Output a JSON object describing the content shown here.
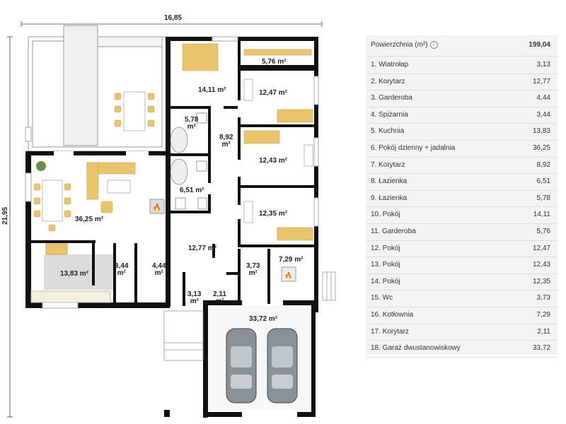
{
  "plan": {
    "width_dim": "16,85",
    "height_dim": "21,95",
    "room_labels": [
      {
        "id": "l-kuchnia",
        "top": "13,83 m²"
      },
      {
        "id": "l-spizarnia",
        "top": "3,44",
        "bottom": "m²"
      },
      {
        "id": "l-garderoba",
        "top": "4,44",
        "bottom": "m²"
      },
      {
        "id": "l-wiatrolap",
        "top": "3,13",
        "bottom": "m²"
      },
      {
        "id": "l-korytarz17",
        "top": "2,11",
        "bottom": "m²"
      },
      {
        "id": "l-dzienny",
        "top": "36,25 m²"
      },
      {
        "id": "l-korytarz",
        "top": "12,77 m²"
      },
      {
        "id": "l-lazienka1",
        "top": "6,51 m²"
      },
      {
        "id": "l-lazienka2",
        "top": "5,78",
        "bottom": "m²"
      },
      {
        "id": "l-korytarz7",
        "top": "8,92",
        "bottom": "m²"
      },
      {
        "id": "l-pokoj10",
        "top": "14,11 m²"
      },
      {
        "id": "l-garderoba11",
        "top": "5,76 m²"
      },
      {
        "id": "l-pokoj12",
        "top": "12,47 m²"
      },
      {
        "id": "l-pokoj13",
        "top": "12,43 m²"
      },
      {
        "id": "l-pokoj14",
        "top": "12,35 m²"
      },
      {
        "id": "l-wc",
        "top": "3,73",
        "bottom": "m²"
      },
      {
        "id": "l-kotlownia",
        "top": "7,29 m²"
      },
      {
        "id": "l-garaz",
        "top": "33,72 m²"
      }
    ]
  },
  "table": {
    "header": {
      "label": "Powierzchnia (m²)",
      "info_icon": "info-icon",
      "value": "199,04"
    },
    "rows": [
      {
        "label": "1. Wiatrołap",
        "value": "3,13"
      },
      {
        "label": "2. Korytarz",
        "value": "12,77"
      },
      {
        "label": "3. Garderoba",
        "value": "4,44"
      },
      {
        "label": "4. Spiżarnia",
        "value": "3,44"
      },
      {
        "label": "5. Kuchnia",
        "value": "13,83"
      },
      {
        "label": "6. Pokój dzienny + jadalnia",
        "value": "36,25"
      },
      {
        "label": "7. Korytarz",
        "value": "8,92"
      },
      {
        "label": "8. Łazienka",
        "value": "6,51"
      },
      {
        "label": "9. Łazienka",
        "value": "5,78"
      },
      {
        "label": "10. Pokój",
        "value": "14,11"
      },
      {
        "label": "11. Garderoba",
        "value": "5,76"
      },
      {
        "label": "12. Pokój",
        "value": "12,47"
      },
      {
        "label": "13. Pokój",
        "value": "12,43"
      },
      {
        "label": "14. Pokój",
        "value": "12,35"
      },
      {
        "label": "15. Wc",
        "value": "3,73"
      },
      {
        "label": "16. Kotłownia",
        "value": "7,29"
      },
      {
        "label": "17. Korytarz",
        "value": "2,11"
      },
      {
        "label": "18. Garaż dwustanowiskowy",
        "value": "33,72"
      }
    ]
  }
}
